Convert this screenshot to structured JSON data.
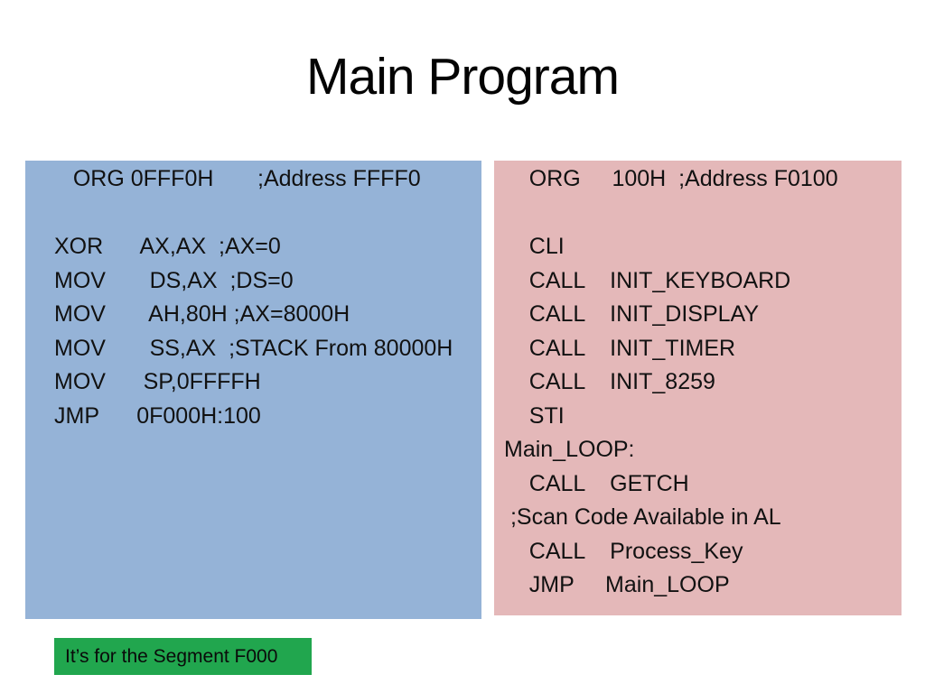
{
  "slide": {
    "title": "Main Program",
    "left_code_box": {
      "background_color": "#95B3D7",
      "lines": [
        "   ORG 0FFF0H       ;Address FFFF0",
        "",
        "XOR      AX,AX  ;AX=0",
        "MOV       DS,AX  ;DS=0",
        "MOV       AH,80H ;AX=8000H",
        "MOV       SS,AX  ;STACK From 80000H",
        "MOV      SP,0FFFFH",
        "JMP      0F000H:100"
      ]
    },
    "right_code_box": {
      "background_color": "#E4B8B9",
      "lines": [
        "    ORG     100H  ;Address F0100",
        "",
        "    CLI",
        "    CALL    INIT_KEYBOARD",
        "    CALL    INIT_DISPLAY",
        "    CALL    INIT_TIMER",
        "    CALL    INIT_8259",
        "    STI",
        "Main_LOOP:",
        "    CALL    GETCH",
        " ;Scan Code Available in AL",
        "    CALL    Process_Key",
        "    JMP     Main_LOOP"
      ]
    },
    "callout": {
      "background_color": "#21A64E",
      "text": "It’s for the Segment F000"
    }
  }
}
